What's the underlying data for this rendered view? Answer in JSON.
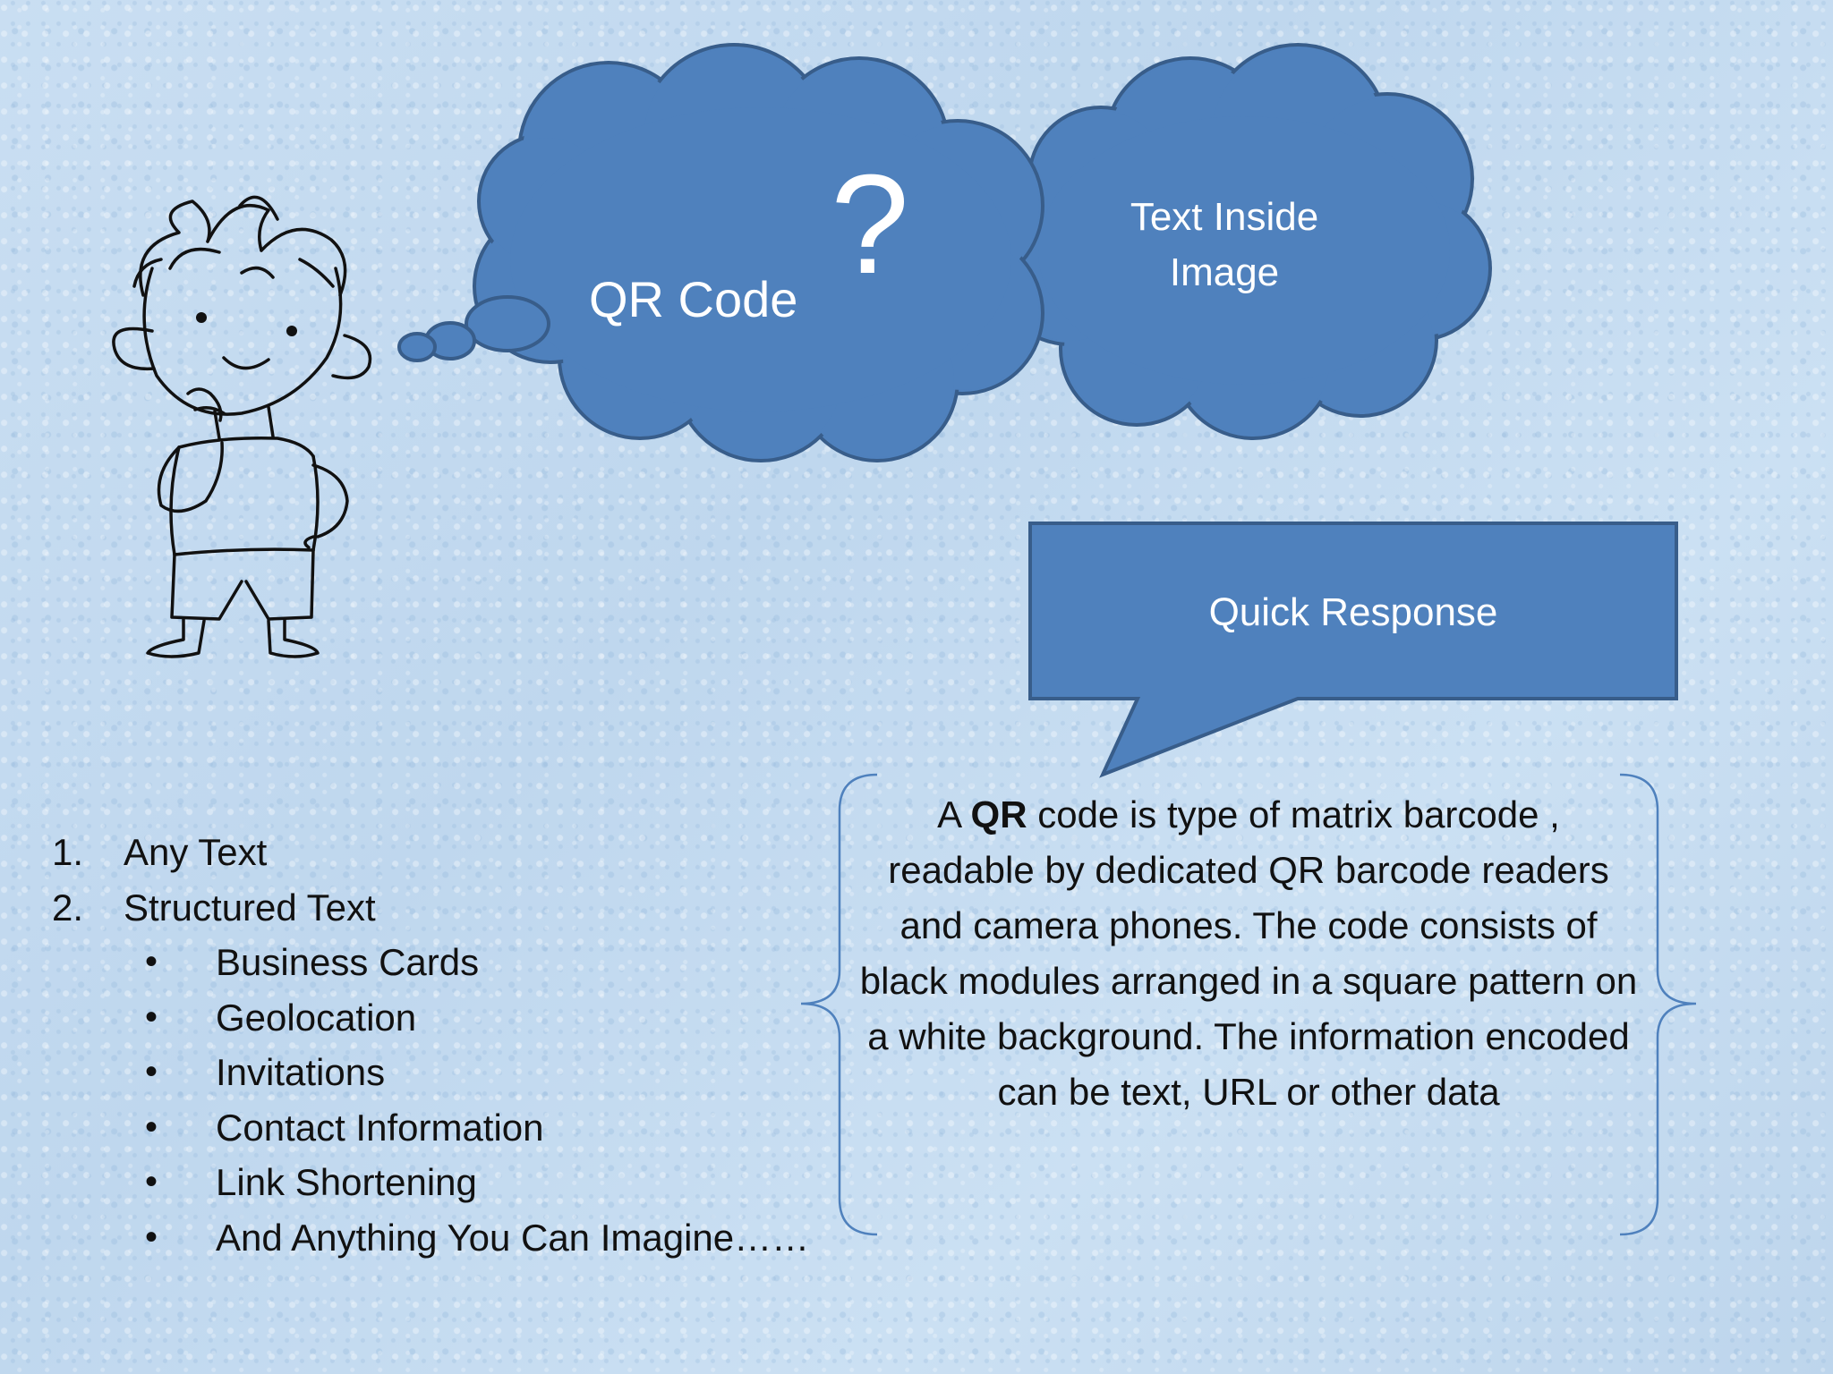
{
  "callouts": {
    "qr_code": "QR Code",
    "question_mark": "?",
    "text_inside_image": "Text Inside Image",
    "quick_response": "Quick Response"
  },
  "description": {
    "prefix": "A ",
    "bold": "QR",
    "rest": " code is type of matrix barcode , readable by dedicated QR barcode readers and camera phones. The code consists of black modules arranged in a square pattern on a white background. The information encoded can be text, URL or other data"
  },
  "list": {
    "numbered": [
      {
        "marker": "1.",
        "text": "Any Text"
      },
      {
        "marker": "2.",
        "text": "Structured Text"
      }
    ],
    "bullets": [
      "Business Cards",
      "Geolocation",
      "Invitations",
      "Contact Information",
      "Link Shortening",
      "And Anything You Can Imagine……"
    ],
    "bullet_glyph": "•"
  },
  "colors": {
    "shape_fill": "#4f81bd",
    "shape_stroke": "#385d8a",
    "brace": "#4f81bd",
    "text_dark": "#111111",
    "text_light": "#ffffff"
  },
  "icons": {
    "character": "thinking-boy-icon"
  }
}
